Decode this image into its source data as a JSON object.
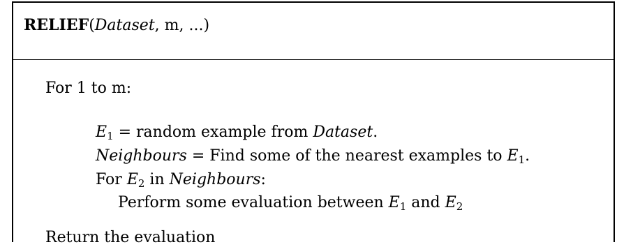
{
  "algorithm": {
    "name": "RELIEF",
    "open_paren": "(",
    "param_dataset": "Dataset",
    "params_rest": ", m, ...)",
    "comma": ","
  },
  "body": {
    "loop_header": "For 1 to m:",
    "line1": {
      "var": "E",
      "sub": "1",
      "text": " = random example from ",
      "ref": "Dataset",
      "end": "."
    },
    "line2": {
      "var": "Neighbours",
      "text": " = Find some of the nearest examples to ",
      "ref_var": "E",
      "ref_sub": "1",
      "end": "."
    },
    "line3": {
      "prefix": "For ",
      "var": "E",
      "sub": "2",
      "mid": " in ",
      "ref": "Neighbours",
      "end": ":"
    },
    "line4": {
      "text": "Perform some evaluation between ",
      "var_a": "E",
      "sub_a": "1",
      "and": " and ",
      "var_b": "E",
      "sub_b": "2"
    },
    "return_line": "Return the evaluation"
  }
}
